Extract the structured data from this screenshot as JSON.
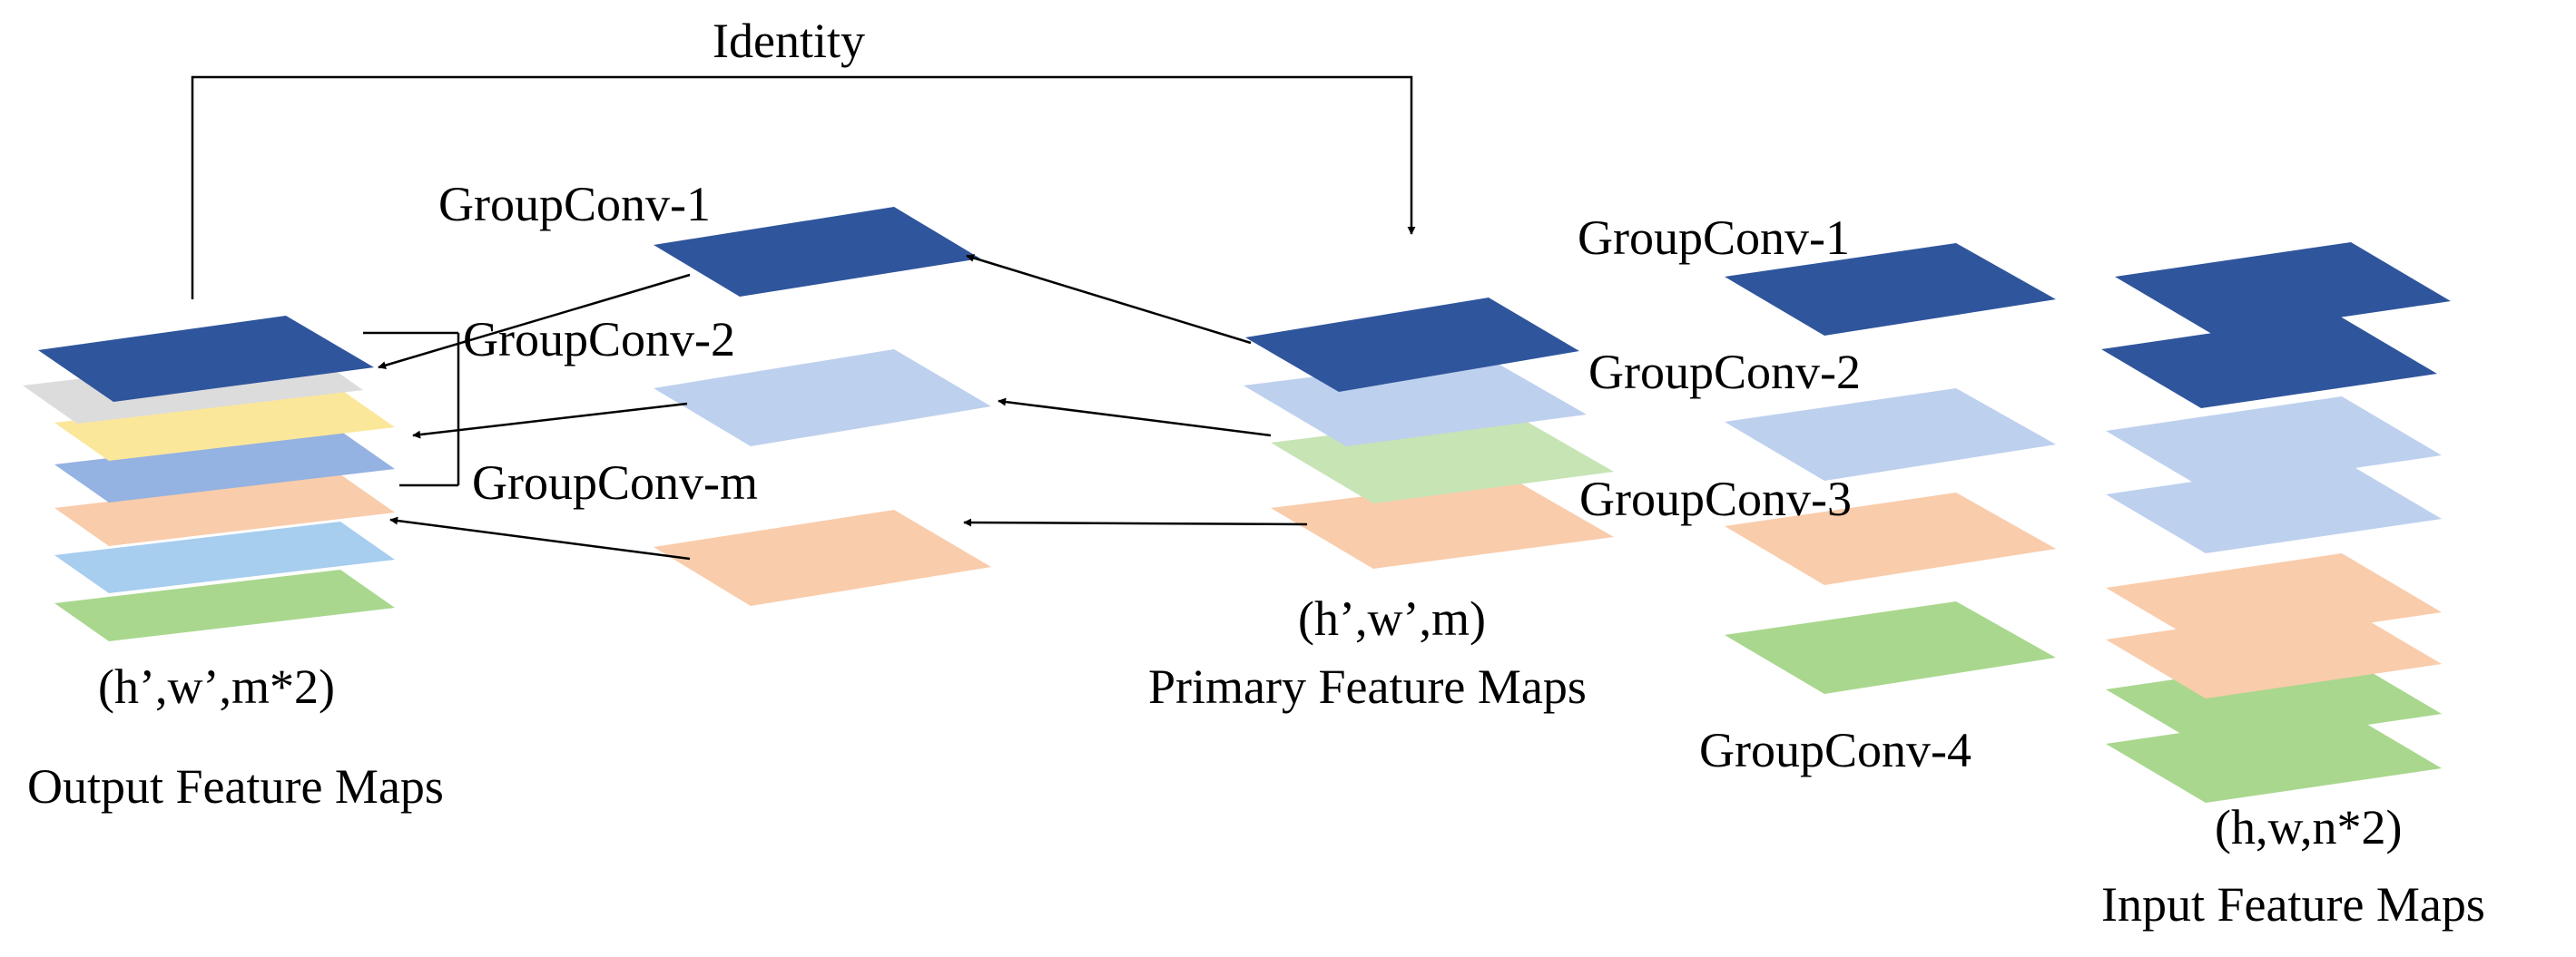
{
  "identity_label": "Identity",
  "output": {
    "dims": "(h’,w’,m*2)",
    "title": "Output Feature Maps",
    "group_labels": [
      "GroupConv-1",
      "GroupConv-2",
      "GroupConv-m"
    ]
  },
  "primary": {
    "dims": "(h’,w’,m)",
    "title": "Primary Feature Maps"
  },
  "input": {
    "dims": "(h,w,n*2)",
    "title": "Input Feature Maps",
    "group_labels": [
      "GroupConv-1",
      "GroupConv-2",
      "GroupConv-3",
      "GroupConv-4"
    ]
  },
  "colors": {
    "dark_blue": "#2F559C",
    "light_blue": "#BDD0EE",
    "peach": "#F9CCAB",
    "green": "#A9D78E",
    "light_green": "#C6E4B4",
    "gray": "#DCDCDC",
    "yellow": "#FBE79A",
    "mid_blue": "#94B2E2",
    "sky_blue": "#A7CDEF"
  }
}
